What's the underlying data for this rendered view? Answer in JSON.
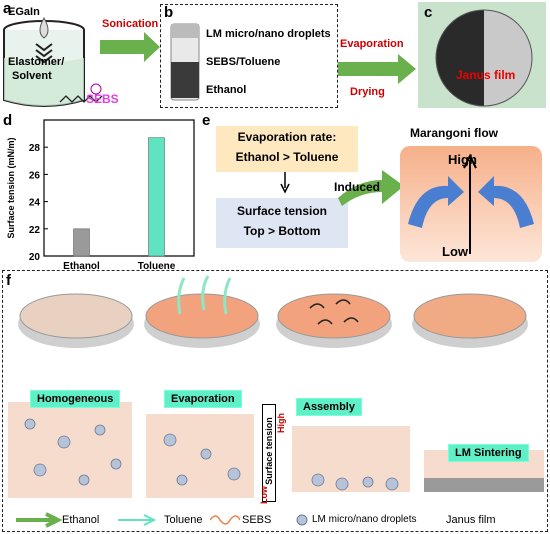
{
  "panels": {
    "a": {
      "letter": "a",
      "egain": "EGaIn",
      "elastomer": "Elastomer/",
      "solvent": "Solvent",
      "sebs": "SEBS",
      "sonication": "Sonication"
    },
    "b": {
      "letter": "b",
      "items": [
        "LM micro/nano droplets",
        "SEBS/Toluene",
        "Ethanol"
      ],
      "evaporation": "Evaporation",
      "drying": "Drying"
    },
    "c": {
      "letter": "c",
      "film": "Janus film"
    },
    "d": {
      "letter": "d"
    },
    "e": {
      "letter": "e",
      "rate_title": "Evaporation rate:",
      "rate_value": "Ethanol > Toluene",
      "surface_title": "Surface tension",
      "surface_value": "Top > Bottom",
      "induced": "Induced",
      "marangoni": "Marangoni flow",
      "high": "High",
      "low": "Low"
    },
    "f": {
      "letter": "f",
      "stages": [
        "Homogeneous",
        "Evaporation",
        "Assembly",
        "LM Sintering"
      ],
      "surface_tension": "Surface tension",
      "high": "High",
      "low": "Low",
      "legend": {
        "ethanol": "Ethanol",
        "toluene": "Toluene",
        "sebs": "SEBS",
        "droplets": "LM micro/nano droplets",
        "janus": "Janus film"
      }
    }
  },
  "chart_data": {
    "type": "bar",
    "categories": [
      "Ethanol",
      "Toluene"
    ],
    "values": [
      22.0,
      28.7
    ],
    "ylabel": "Surface tension (mN/m)",
    "ylim": [
      20,
      30
    ],
    "yticks": [
      20,
      22,
      24,
      26,
      28
    ],
    "colors": [
      "#9a9a9a",
      "#5fe3c0"
    ]
  },
  "colors": {
    "green_arrow": "#6ab04c",
    "peach": "#f2b48a",
    "bubble": "#b0bfd6"
  }
}
